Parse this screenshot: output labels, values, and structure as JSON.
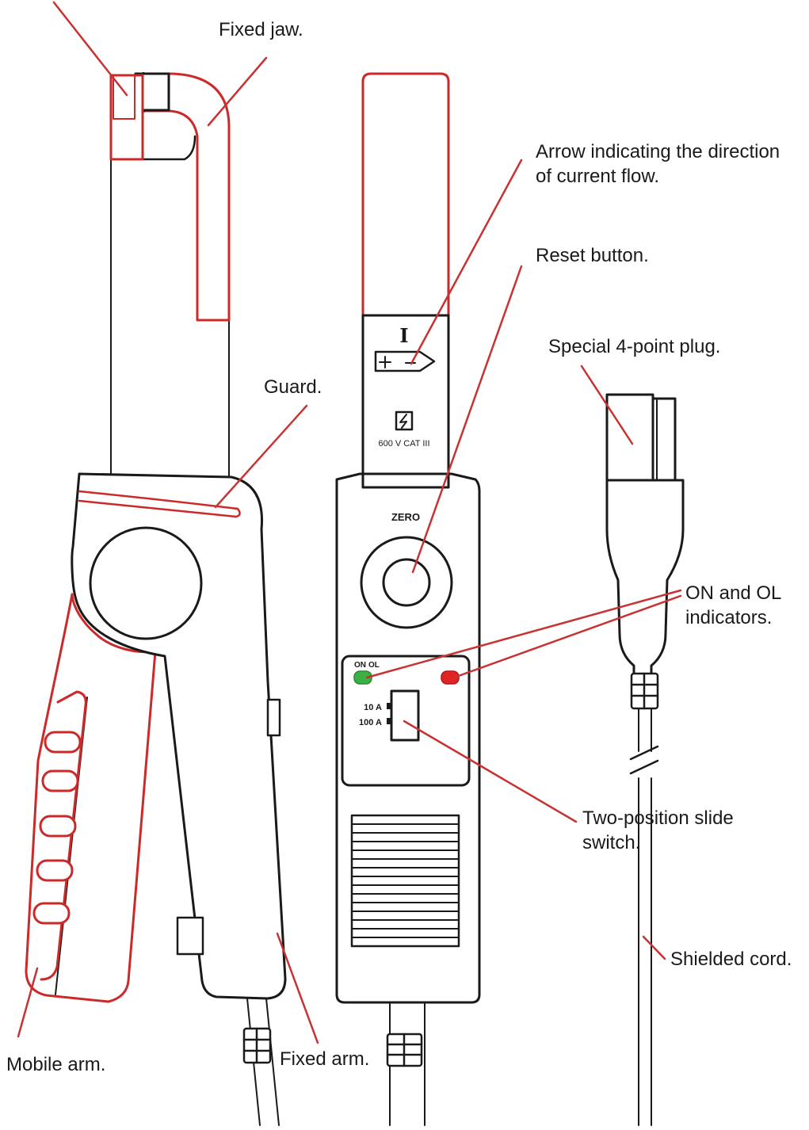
{
  "labels": {
    "fixed_jaw": "Fixed jaw.",
    "arrow_direction": "Arrow indicating the direction\nof current flow.",
    "reset_button": "Reset button.",
    "special_plug": "Special 4-point plug.",
    "guard": "Guard.",
    "on_ol_indicators": "ON and OL\nindicators.",
    "slide_switch": "Two-position slide\nswitch.",
    "shielded_cord": "Shielded cord.",
    "mobile_arm": "Mobile arm.",
    "fixed_arm": "Fixed arm."
  },
  "device_markings": {
    "current_symbol": "I",
    "rating": "600 V CAT III",
    "zero": "ZERO",
    "on": "ON",
    "ol": "OL",
    "range_10a": "10 A",
    "range_100a": "100 A"
  },
  "colors": {
    "outline": "#1a1a1a",
    "highlight": "#cc2a2a",
    "leader": "#c83232",
    "on_led": "#3cb043",
    "ol_led": "#e02424"
  }
}
